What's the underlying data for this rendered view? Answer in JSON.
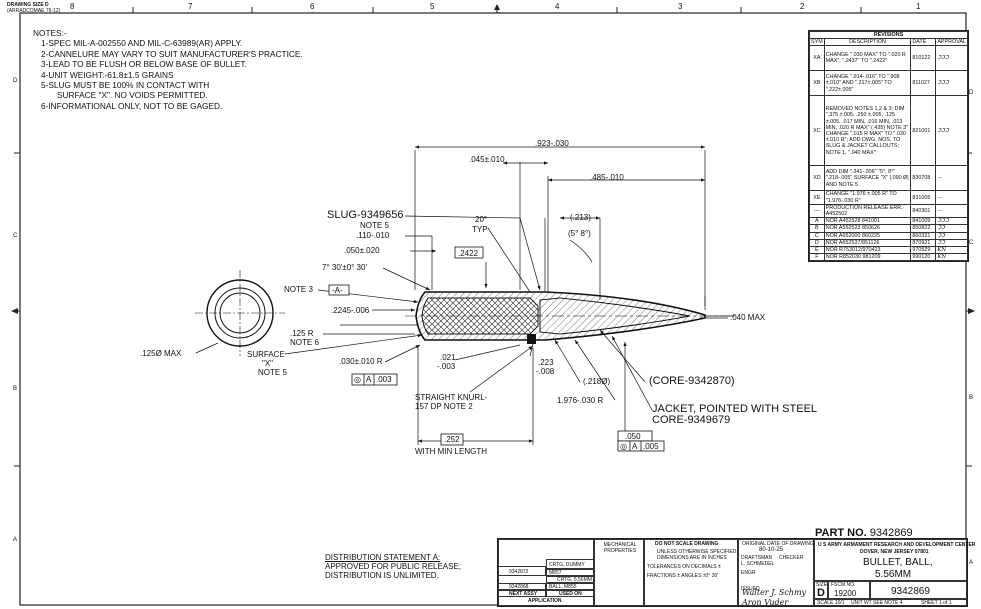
{
  "sheet": {
    "size_label": "DRAWING SIZE D",
    "size_sub": "(ARRADCOMAE 76-12)",
    "zones_top": [
      "8",
      "7",
      "6",
      "5",
      "4",
      "3",
      "2",
      "1"
    ],
    "zones_side": [
      "D",
      "C",
      "B",
      "A"
    ]
  },
  "notes": {
    "title": "NOTES:-",
    "items": [
      "1-SPEC MIL-A-002550 AND MIL-C-63989(AR) APPLY.",
      "2-CANNELURE MAY VARY TO SUIT MANUFACTURER'S PRACTICE.",
      "3-LEAD TO BE FLUSH OR BELOW BASE OF BULLET.",
      "4-UNIT WEIGHT:-61.8±1.5 GRAINS",
      "5-SLUG MUST BE 100% IN CONTACT WITH",
      "SURFACE \"X\". NO VOIDS PERMITTED.",
      "6-INFORMATIONAL ONLY, NOT TO BE GAGED."
    ]
  },
  "revisions": {
    "title": "REVISIONS",
    "headers": [
      "SYM",
      "DESCRIPTION",
      "DATE",
      "APPROVAL"
    ],
    "rows": [
      {
        "sym": "XA",
        "desc": "CHANGE \".030 MAX\" TO \".020 R MAX\". \".2437\" TO \".2422\"",
        "date": "810122",
        "appr": "ℑℑℑ"
      },
      {
        "sym": "XB",
        "desc": "CHANGE \".914-.016\" TO \".908 ±.010\" AND \".217±.005\" TO \".222±.005\"",
        "date": "811027",
        "appr": "ℑℑℑ"
      },
      {
        "sym": "XC",
        "desc": "REMOVED NOTES 1,2 & 3; DIM \".375 ±.005, .250 ±.005, .125 ±.005, .017 MIN, .016 MIN, .013 MIN, .020 R MAX\" (.435) NOTE 3\" CHANGE \".015 R MAX\" TO \".030 ±.010 R\"; ADD DWG. NOS. TO SLUG & JACKET CALLOUTS; NOTE 1, \".040 MAX\"",
        "date": "821001",
        "appr": "ℑℑℑ"
      },
      {
        "sym": "XD",
        "desc": "ADD DIM \".341-.006\" \"5°, 8°\" \".218-.005\" SURFACE \"X\" |.090 Ø| AND NOTE 5",
        "date": "830708",
        "appr": "—"
      },
      {
        "sym": "XE",
        "desc": "CHANGE \"1.976 ±.005 R\" TO \"1.976-.030 R\"",
        "date": "831005",
        "appr": "—"
      },
      {
        "sym": "—",
        "desc": "PRODUCTION RELEASE ERR. A452502",
        "date": "840301",
        "appr": "—"
      },
      {
        "sym": "A",
        "desc": "NOR A452528 841001",
        "date": "841009",
        "appr": "ℑℑℑ"
      },
      {
        "sym": "B",
        "desc": "NOR A552523 850626",
        "date": "850822",
        "appr": "ℑℑ"
      },
      {
        "sym": "C",
        "desc": "NOR A652000 860225",
        "date": "860321",
        "appr": "ℑℑ"
      },
      {
        "sym": "D",
        "desc": "NOR A652537/851126",
        "date": "870921",
        "appr": "ℑℑ"
      },
      {
        "sym": "E",
        "desc": "NOR R753012/970423",
        "date": "970529",
        "appr": "KN"
      },
      {
        "sym": "F",
        "desc": "NOR R852030 981209",
        "date": "990120",
        "appr": "KN"
      }
    ]
  },
  "drawing": {
    "labels": {
      "overall_length": ".923-.030",
      "knurl_pos": ".045±.010",
      "ogive_len": ".485-.010",
      "slug": "SLUG-9349656",
      "note5a": "NOTE 5",
      "slug_offset": ".110-.010",
      "angle20": "20°",
      "typ": "TYP",
      "ogive_dia": "(.213)",
      "angle58": "(5° 8°)",
      "cannelure_pos": ".050±.020",
      "body_dia_box": ".2422",
      "base_angle": "7° 30'±0° 30'",
      "note3": "NOTE 3",
      "base_dia": ".2245-.006",
      "datum_a": "-A-",
      "tip_max": ".040 MAX",
      "base_r": ".125 R",
      "note6": "NOTE 6",
      "surface": "SURFACE",
      "surface_x": "\"X\"",
      "note5b": "NOTE 5",
      "end_dia": ".125Ø MAX",
      "base_r2": ".030±.010 R",
      "groove": ".021",
      "groove_tol": "-.003",
      "groove2": ".223",
      "groove2_tol": "-.008",
      "fcf1_a": "◎",
      "fcf1_b": "A",
      "fcf1_c": ".003",
      "knurl1": "STRAIGHT KNURL-",
      "knurl2": "157 DP  NOTE 2",
      "core_len": "(.218Ø)",
      "radius": "1.976-.030 R",
      "core": "(CORE-9342870)",
      "jacket1": "JACKET, POINTED WITH STEEL",
      "jacket2": "CORE-9349679",
      "box_050": ".050",
      "fcf2_a": "◎",
      "fcf2_b": "A",
      "fcf2_c": ".005",
      "len252": ".252",
      "min_len": "WITH MIN LENGTH"
    }
  },
  "distribution": {
    "line1": "DISTRIBUTION STATEMENT A:",
    "line2": "APPROVED FOR PUBLIC RELEASE;",
    "line3": "DISTRIBUTION IS UNLIMITED."
  },
  "titleblock": {
    "part_no_label": "PART NO.",
    "part_no": "9342869",
    "next_assy": "NEXT ASSY",
    "used_on": "USED ON",
    "application": "APPLICATION",
    "assy1": "9342872",
    "used1a": "CRTG, DUMMY",
    "used1b": "M857",
    "used1c": "CRTG, 5.56MM",
    "assy2": "9342868",
    "used2": "BALL, M855",
    "mech_props": "MECHANICAL PROPERTIES",
    "no_scale": "DO NOT SCALE DRAWING",
    "unless": "UNLESS OTHERWISE SPECIFIED",
    "dims": "DIMENSIONS ARE IN INCHES",
    "tol_dec": "TOLERANCES ON DECIMALS ±",
    "fractions": "FRACTIONS ±   ANGLES ±0° 30'",
    "orig_date_label": "ORIGINAL DATE OF DRAWING",
    "orig_date": "80-10-25",
    "draftsman": "DRAFTSMAN",
    "draftsman_name": "L. SCHMEDEL",
    "checker": "CHECKER",
    "engr": "ENGR",
    "issued": "ISSUED",
    "agency": "U S ARMY ARMAMENT RESEARCH AND DEVELOPMENT CENTER",
    "location": "DOVER, NEW JERSEY 07801",
    "title1": "BULLET, BALL,",
    "title2": "5.56MM",
    "size_label": "SIZE",
    "size": "D",
    "fscm_label": "FSCM NO.",
    "fscm": "19200",
    "dwg_no": "9342869",
    "scale": "SCALE 10/1",
    "unit_wt": "UNIT WT SEE NOTE 4",
    "sheet": "SHEET 1 of 1",
    "sig1": "Walter J. Schmy",
    "sig2": "Aron Vuder"
  }
}
